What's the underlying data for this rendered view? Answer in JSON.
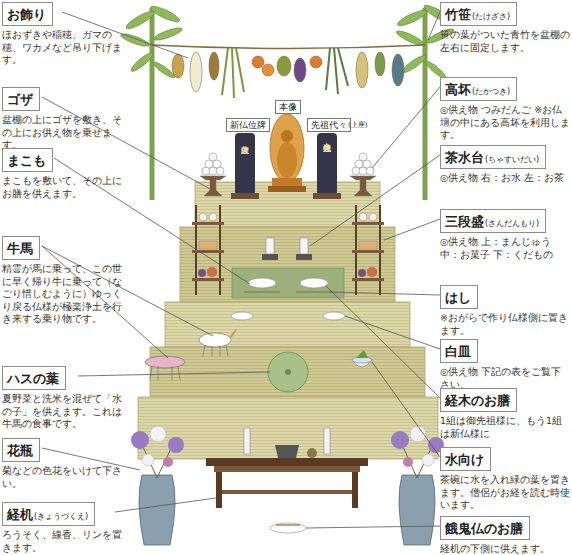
{
  "diagram": {
    "nodes": [
      {
        "text": [
          "お飾り",
          "ほおずきや稲穂、ガマの穂、ワカメなど吊り下げます。"
        ]
      },
      {
        "text": [
          "ゴザ",
          "盆棚の上にゴザを敷き、その上にお供え物を乗せます。"
        ]
      },
      {
        "text": [
          "まこも",
          "まこもを敷いて、その上にお膳を供えます。"
        ]
      },
      {
        "text": [
          "牛馬",
          "精霊が馬に乗って、この世に早く帰り牛に乗って（なごり惜しむように）ゆっくり戻る仏様が極楽浄土を行き来する乗り物です。"
        ]
      },
      {
        "text": [
          "ハスの葉",
          "夏野菜と洗米を混ぜて「水の子」を供えます。これは牛馬の食事です。"
        ]
      },
      {
        "text": [
          "花瓶",
          "菊などの色花をいけて下さい。"
        ]
      },
      {
        "text": [
          "経机",
          "(きょうづくえ)",
          "ろうそく、線香、リンを置きます。"
        ]
      },
      {
        "text": [
          "竹笹",
          "(たけざさ)",
          "笹の葉がついた青竹を盆棚の左右に固定します。"
        ]
      },
      {
        "text": [
          "高坏",
          "(たかつき)",
          "◎供え物 つみだんご ※お仏壇の中にある高坏を利用します。"
        ]
      },
      {
        "text": [
          "茶水台",
          "(ちゃすいだい)",
          "◎供え物 右：お水 左：お茶"
        ]
      },
      {
        "text": [
          "三段盛",
          "(さんだんもり)",
          "◎供え物 上：まんじゅう 中：お菓子 下：くだもの"
        ]
      },
      {
        "text": [
          "はし",
          "※おがらで作り仏様側に置きます。"
        ]
      },
      {
        "text": [
          "白皿",
          "◎供え物 下記の表をご覧下さい。"
        ]
      },
      {
        "text": [
          "経木のお膳",
          "1組は御先祖様に、もう1組は新仏様に"
        ]
      },
      {
        "text": [
          "水向け",
          "茶碗に水を入れ緑の葉を置きます。僧侶がお経を読む時使います。"
        ]
      },
      {
        "text": [
          "餓鬼仏のお膳",
          "経机の下側に供えます。"
        ]
      }
    ],
    "labels": [
      "本像",
      "新仏位牌",
      "先祖代々",
      "(上座)",
      "故人之位牌",
      "先祖代々之位牌"
    ]
  }
}
